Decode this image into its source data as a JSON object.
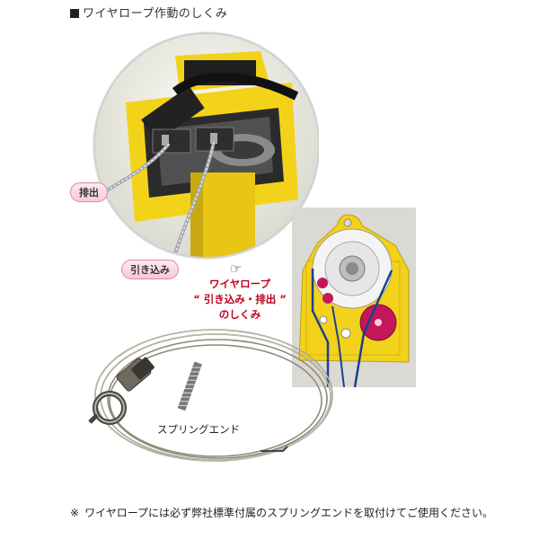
{
  "heading": "ワイヤロープ作動のしくみ",
  "top_photo": {
    "label_out": "排出",
    "label_in": "引き込み"
  },
  "mechanism": {
    "title_line1": "ワイヤロープ",
    "title_line2": "“ 引き込み・排出 ”",
    "title_line3": "のしくみ",
    "colors": {
      "housing": "#f2d21a",
      "drum": "#f4f4f4",
      "spring": "#c2185b",
      "wire": "#1d3f8f"
    }
  },
  "rope_photo": {
    "spring_end_label": "スプリングエンド"
  },
  "footnote": {
    "mark": "※",
    "text": "ワイヤロープには必ず弊社標準付属のスプリングエンドを取付けてご使用ください。"
  }
}
